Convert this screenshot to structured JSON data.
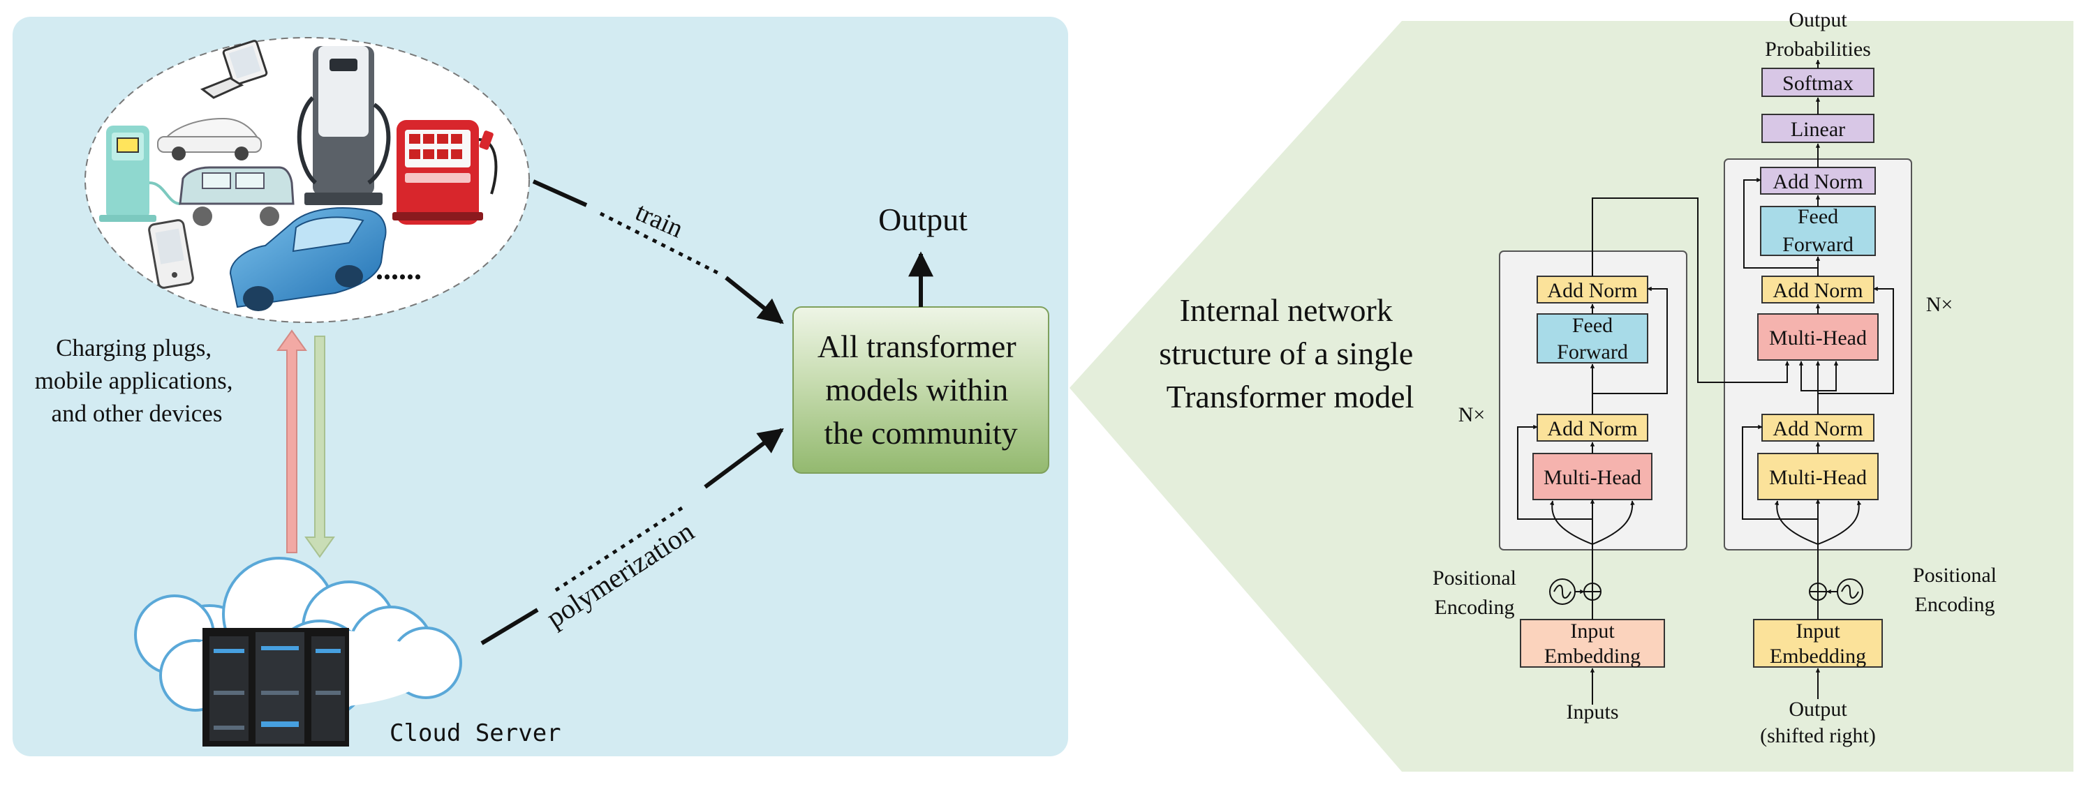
{
  "left_panel": {
    "devices_caption": [
      "Charging plugs,",
      "mobile applications,",
      "and other devices"
    ],
    "ellipsis": "......",
    "cloud_label": "Cloud Server",
    "train_label": "train",
    "polymerization_label": "polymerization",
    "community_box": [
      "All transformer",
      "models within",
      "the community"
    ],
    "output_label": "Output"
  },
  "right_panel": {
    "description": [
      "Internal network",
      "structure of a single",
      "Transformer model"
    ],
    "encoder": {
      "add_norm_top": "Add Norm",
      "feed_forward": [
        "Feed",
        "Forward"
      ],
      "add_norm_bottom": "Add Norm",
      "multi_head": "Multi-Head",
      "repeat": "N×",
      "positional_encoding": [
        "Positional",
        "Encoding"
      ],
      "embedding": [
        "Input",
        "Embedding"
      ],
      "input_label": "Inputs"
    },
    "decoder": {
      "add_norm_top": "Add Norm",
      "feed_forward": [
        "Feed",
        "Forward"
      ],
      "add_norm_mid": "Add Norm",
      "multi_head_top": "Multi-Head",
      "add_norm_bottom": "Add Norm",
      "multi_head_bottom": "Multi-Head",
      "repeat": "N×",
      "positional_encoding": [
        "Positional",
        "Encoding"
      ],
      "embedding": [
        "Input",
        "Embedding"
      ],
      "input_label": [
        "Output",
        "(shifted right)"
      ]
    },
    "linear": "Linear",
    "softmax": "Softmax",
    "output_probabilities": [
      "Output",
      "Probabilities"
    ]
  },
  "colors": {
    "left_bg": "#d3ebf2",
    "right_bg": "#e4eedb",
    "community_box": "#a9c98a",
    "add_norm": "#fbe29a",
    "feed_forward": "#a8dbe8",
    "multi_head_red": "#f5b3ae",
    "multi_head_yellow": "#fbe29a",
    "linear_softmax": "#d8c7e6",
    "enc_embedding": "#fbd3bd",
    "dec_embedding": "#fbe29a",
    "up_arrow": "#f2a9a4",
    "down_arrow": "#c9ddb6"
  }
}
